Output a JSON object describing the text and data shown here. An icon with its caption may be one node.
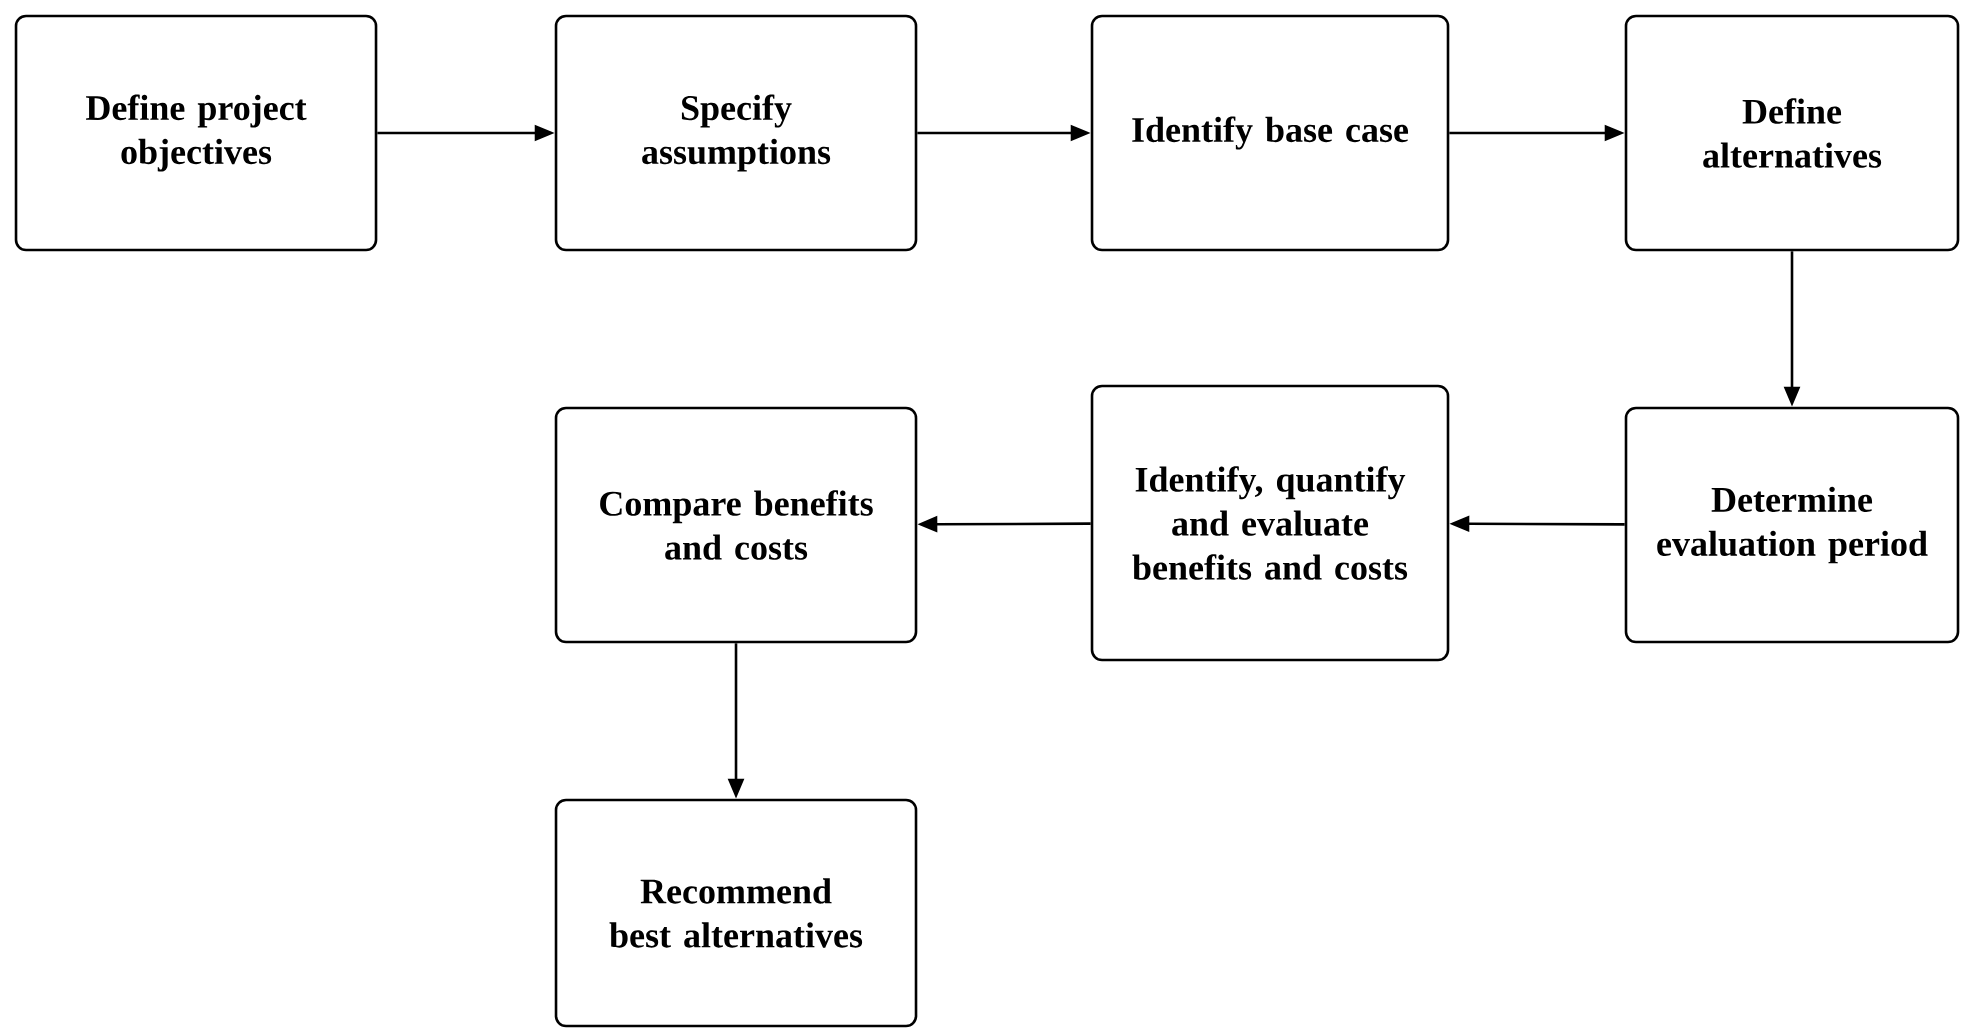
{
  "diagram": {
    "nodes": [
      {
        "text": [
          "Define project objectives"
        ]
      },
      {
        "text": [
          "Specify assumptions"
        ]
      },
      {
        "text": [
          "Identify base case"
        ]
      },
      {
        "text": [
          "Define alternatives"
        ]
      },
      {
        "text": [
          "Determine evaluation period"
        ]
      },
      {
        "text": [
          "Identify, quantify and evaluate benefits and costs"
        ]
      },
      {
        "text": [
          "Compare benefits and costs"
        ]
      },
      {
        "text": [
          "Recommend best alternatives"
        ]
      }
    ],
    "edges": [
      {
        "from": 0,
        "to": 1,
        "arrow": "to"
      },
      {
        "from": 1,
        "to": 2,
        "arrow": "to"
      },
      {
        "from": 2,
        "to": 3,
        "arrow": "to"
      },
      {
        "from": 3,
        "to": 4,
        "arrow": "to"
      },
      {
        "from": 4,
        "to": 5,
        "arrow": "to"
      },
      {
        "from": 5,
        "to": 6,
        "arrow": "to"
      },
      {
        "from": 6,
        "to": 7,
        "arrow": "to"
      }
    ]
  }
}
